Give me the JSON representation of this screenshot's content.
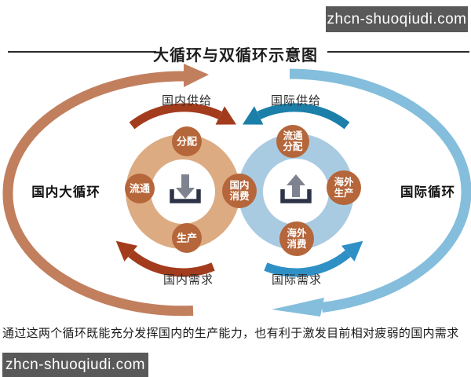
{
  "site_badge_top": {
    "text": "zhcn-shuoqiudi.com"
  },
  "site_badge_bottom": {
    "text": "zhcn-shuoqiudi.com"
  },
  "title": "大循环与双循环示意图",
  "caption": "通过这两个循环既能充分发挥国内的生产能力，也有利于激发目前相对疲弱的国内需求",
  "domestic": {
    "loop_label": "国内大循环",
    "supply_label": "国内供给",
    "demand_label": "国内需求",
    "node_distribution": "分配",
    "node_circulation": "流通",
    "node_production": "生产"
  },
  "shared_node": {
    "consumption_line1": "国内",
    "consumption_line2": "消费"
  },
  "international": {
    "loop_label": "国际循环",
    "supply_label": "国际供给",
    "demand_label": "国际需求",
    "node_circulation_line1": "流通",
    "node_circulation_line2": "分配",
    "node_production_line1": "海外",
    "node_production_line2": "生产",
    "node_consumption_line1": "海外",
    "node_consumption_line2": "消费"
  },
  "icons": {
    "domestic_center": "download-tray-icon",
    "international_center": "upload-tray-icon"
  },
  "colors": {
    "outer_loop_domestic": "#c17f5e",
    "outer_loop_international": "#84bedc",
    "inner_arrow_domestic": "#a33c1d",
    "inner_arrow_intl_supply": "#1c7fa9",
    "inner_arrow_intl_demand": "#2f90c5",
    "ring_domestic": "#ddab82",
    "ring_international": "#a9cbe2",
    "node_badge": "#b5663a",
    "icon_tray": "#2d3447",
    "icon_arrow": "#7e838f",
    "watermark_bar": "#595959"
  }
}
